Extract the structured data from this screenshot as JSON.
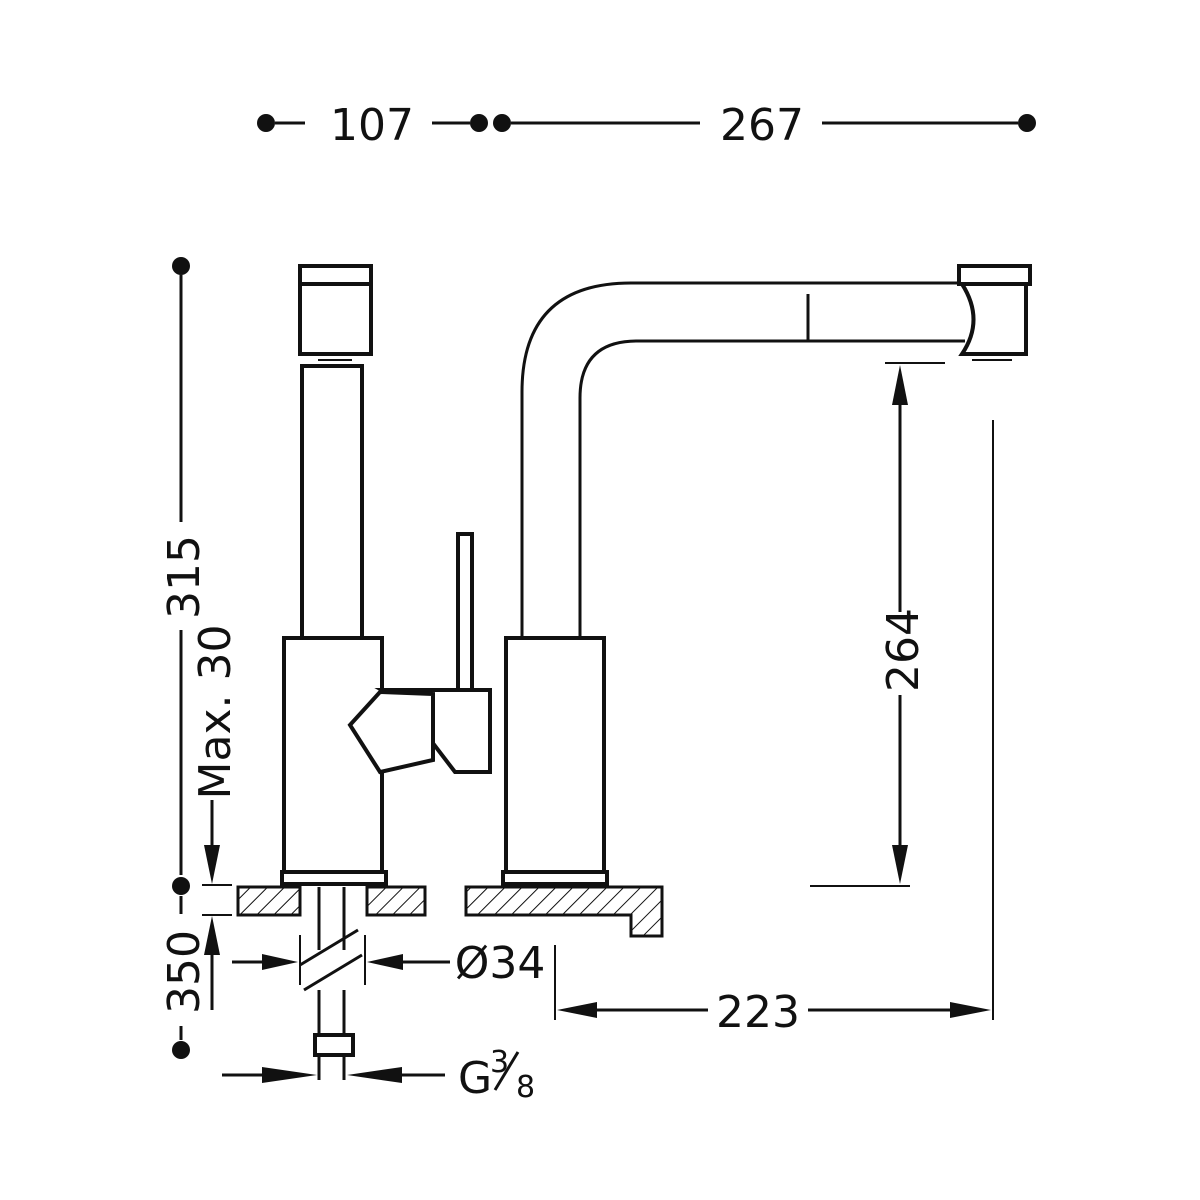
{
  "dimensions": {
    "width_left": "107",
    "width_right": "267",
    "total_height": "315",
    "max_thickness": "Max. 30",
    "spout_height": "264",
    "below_deck": "350",
    "hole_diameter": "Ø34",
    "reach": "223",
    "connection_prefix": "G",
    "connection_num": "3",
    "connection_den": "8"
  },
  "colors": {
    "line": "#111111",
    "background": "#ffffff"
  }
}
